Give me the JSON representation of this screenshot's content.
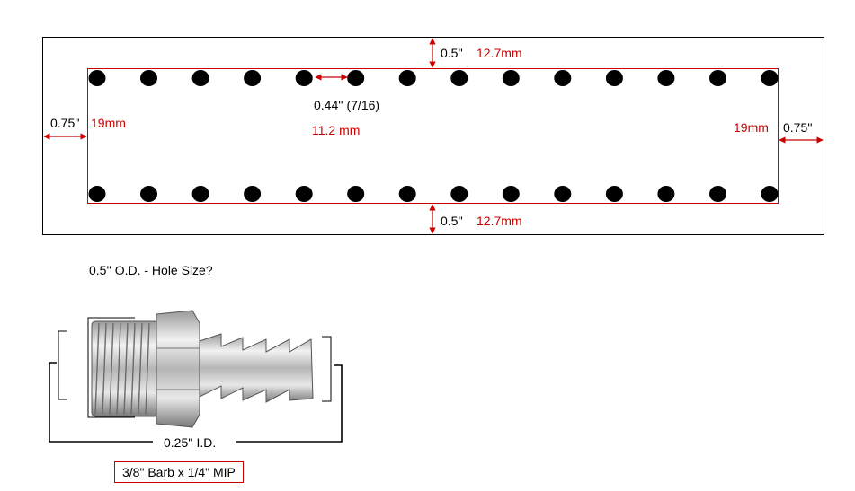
{
  "colors": {
    "outline": "#000000",
    "dimension": "#cc0000",
    "hole": "#000000",
    "metal_light": "#e6e6e6",
    "metal_dark": "#8c8c8c"
  },
  "holes": {
    "rows": 2,
    "per_row": 14
  },
  "labels": {
    "top_margin_in": "0.5''",
    "top_margin_mm": "12.7mm",
    "bottom_margin_in": "0.5''",
    "bottom_margin_mm": "12.7mm",
    "left_margin_in": "0.75''",
    "left_margin_mm": "19mm",
    "right_margin_mm": "19mm",
    "right_margin_in": "0.75''",
    "spacing_in": "0.44'' (7/16)",
    "spacing_mm": "11.2 mm",
    "od_question": "0.5'' O.D. - Hole Size?",
    "inner_diameter": "0.25'' I.D.",
    "part_name": "3/8\" Barb x 1/4\" MIP"
  },
  "icons": {
    "fitting": "hose-barb-fitting-icon"
  }
}
